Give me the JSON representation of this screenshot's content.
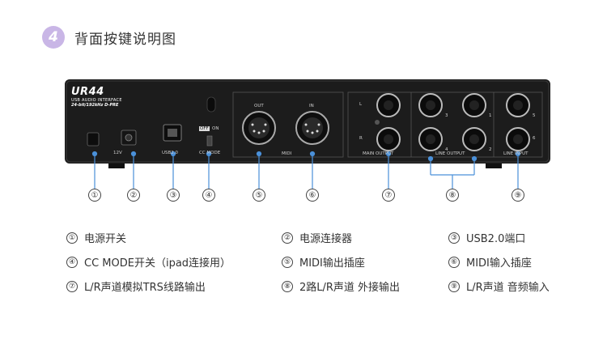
{
  "header": {
    "step": "4",
    "title": "背面按键说明图"
  },
  "device": {
    "model": "UR44",
    "subtitle": "USB AUDIO INTERFACE",
    "spec": "24-bit/192kHz D-PRE",
    "labels": {
      "power_12v": "12V",
      "usb": "USB2.0",
      "off": "OFF",
      "on": "ON",
      "cc_mode": "CC MODE",
      "out": "OUT",
      "in": "IN",
      "midi": "MIDI",
      "main_l": "L",
      "main_r": "R",
      "main_output": "MAIN OUTPUT",
      "line_output": "LINE OUTPUT",
      "line_input": "LINE INPUT",
      "n1": "1",
      "n2": "2",
      "n3": "3",
      "n4": "4",
      "n5": "5",
      "n6": "6"
    }
  },
  "callouts": [
    "①",
    "②",
    "③",
    "④",
    "⑤",
    "⑥",
    "⑦",
    "⑧",
    "⑨"
  ],
  "legend": [
    {
      "num": "①",
      "text": "电源开关"
    },
    {
      "num": "②",
      "text": "电源连接器"
    },
    {
      "num": "③",
      "text": "USB2.0端口"
    },
    {
      "num": "④",
      "text": "CC MODE开关（ipad连接用）"
    },
    {
      "num": "⑤",
      "text": "MIDI输出插座"
    },
    {
      "num": "⑥",
      "text": "MIDI输入插座"
    },
    {
      "num": "⑦",
      "text": "L/R声道模拟TRS线路输出"
    },
    {
      "num": "⑧",
      "text": "2路L/R声道 外接输出"
    },
    {
      "num": "⑨",
      "text": "L/R声道 音频输入"
    }
  ],
  "colors": {
    "badge": "#c9b6e6",
    "device": "#1c1c1c",
    "callout_line": "#4a90d9"
  }
}
